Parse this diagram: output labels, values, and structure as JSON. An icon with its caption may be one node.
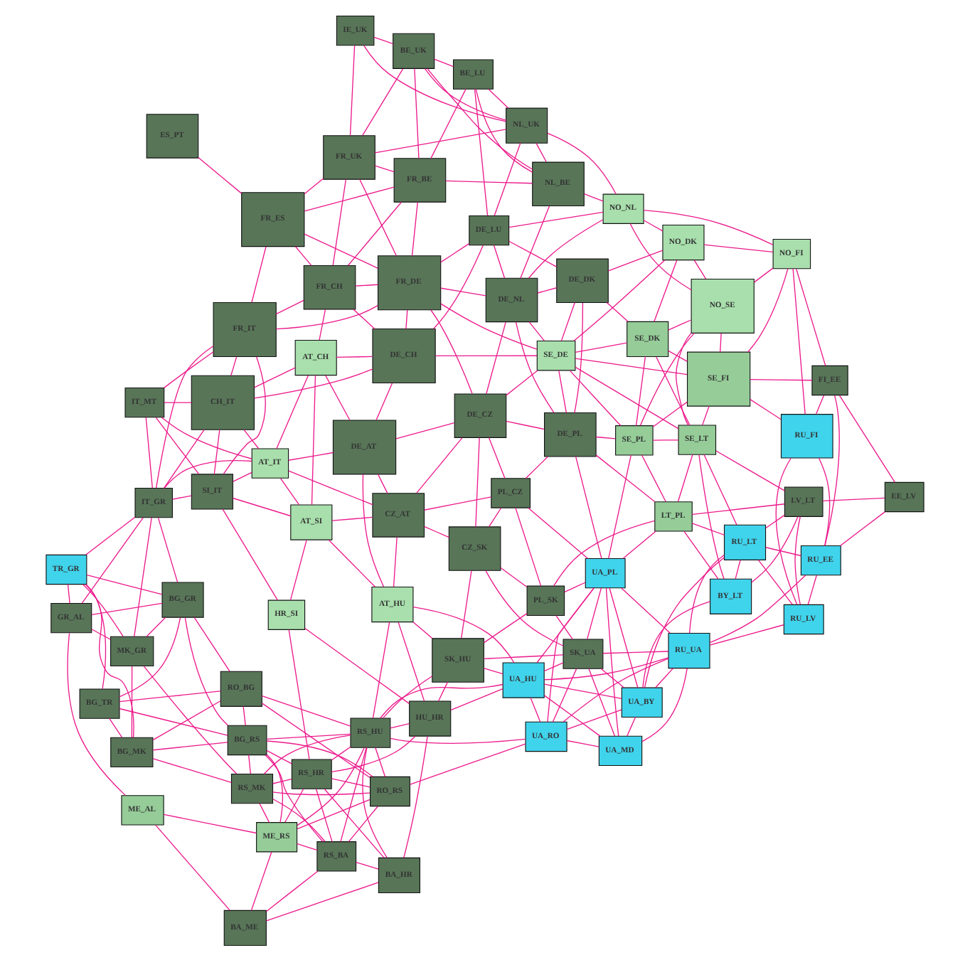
{
  "diagram": {
    "nodes": [
      {
        "text": [
          "BA_ME"
        ]
      },
      {
        "text": [
          "BA_HR"
        ]
      },
      {
        "text": [
          "RS_BA"
        ]
      },
      {
        "text": [
          "UA_MD"
        ]
      },
      {
        "text": [
          "UA_RO"
        ]
      },
      {
        "text": [
          "RO_RS"
        ]
      },
      {
        "text": [
          "ME_RS"
        ]
      },
      {
        "text": [
          "UA_BY"
        ]
      },
      {
        "text": [
          "RS_HR"
        ]
      },
      {
        "text": [
          "ME_AL"
        ]
      },
      {
        "text": [
          "RS_MK"
        ]
      },
      {
        "text": [
          "SK_UA"
        ]
      },
      {
        "text": [
          "HU_HR"
        ]
      },
      {
        "text": [
          "UA_HU"
        ]
      },
      {
        "text": [
          "RS_HU"
        ]
      },
      {
        "text": [
          "RU_UA"
        ]
      },
      {
        "text": [
          "BG_RS"
        ]
      },
      {
        "text": [
          "RO_BG"
        ]
      },
      {
        "text": [
          "BG_MK"
        ]
      },
      {
        "text": [
          "SK_HU"
        ]
      },
      {
        "text": [
          "RU_LV"
        ]
      },
      {
        "text": [
          "BY_LT"
        ]
      },
      {
        "text": [
          "UA_PL"
        ]
      },
      {
        "text": [
          "HR_SI"
        ]
      },
      {
        "text": [
          "RU_LT"
        ]
      },
      {
        "text": [
          "CZ_SK"
        ]
      },
      {
        "text": [
          "BG_TR"
        ]
      },
      {
        "text": [
          "BG_GR"
        ]
      },
      {
        "text": [
          "GR_AL"
        ]
      },
      {
        "text": [
          "RU_EE"
        ]
      },
      {
        "text": [
          "PL_SK"
        ]
      },
      {
        "text": [
          "AT_HU"
        ]
      },
      {
        "text": [
          "MK_GR"
        ]
      },
      {
        "text": [
          "LV_LT"
        ]
      },
      {
        "text": [
          "LT_PL"
        ]
      },
      {
        "text": [
          "EE_LV"
        ]
      },
      {
        "text": [
          "AT_SI"
        ]
      },
      {
        "text": [
          "TR_GR"
        ]
      },
      {
        "text": [
          "PL_CZ"
        ]
      },
      {
        "text": [
          "RU_FI"
        ]
      },
      {
        "text": [
          "CZ_AT"
        ]
      },
      {
        "text": [
          "SI_IT"
        ]
      },
      {
        "text": [
          "IT_GR"
        ]
      },
      {
        "text": [
          "SE_LT"
        ]
      },
      {
        "text": [
          "SE_PL"
        ]
      },
      {
        "text": [
          "DE_PL"
        ]
      },
      {
        "text": [
          "AT_IT"
        ]
      },
      {
        "text": [
          "DE_AT"
        ]
      },
      {
        "text": [
          "FI_EE"
        ]
      },
      {
        "text": [
          "DE_CZ"
        ]
      },
      {
        "text": [
          "AT_CH"
        ]
      },
      {
        "text": [
          "SE_FI"
        ]
      },
      {
        "text": [
          "CH_IT"
        ]
      },
      {
        "text": [
          "IT_MT"
        ]
      },
      {
        "text": [
          "DE_CH"
        ]
      },
      {
        "text": [
          "SE_DE"
        ]
      },
      {
        "text": [
          "SE_DK"
        ]
      },
      {
        "text": [
          "FR_IT"
        ]
      },
      {
        "text": [
          "NO_FI"
        ]
      },
      {
        "text": [
          "DE_DK"
        ]
      },
      {
        "text": [
          "DE_NL"
        ]
      },
      {
        "text": [
          "FR_DE"
        ]
      },
      {
        "text": [
          "FR_CH"
        ]
      },
      {
        "text": [
          "ES_PT"
        ]
      },
      {
        "text": [
          "NO_SE"
        ]
      },
      {
        "text": [
          "DE_LU"
        ]
      },
      {
        "text": [
          "FR_ES"
        ]
      },
      {
        "text": [
          "NO_DK"
        ]
      },
      {
        "text": [
          "FR_UK"
        ]
      },
      {
        "text": [
          "NO_NL"
        ]
      },
      {
        "text": [
          "NL_BE"
        ]
      },
      {
        "text": [
          "FR_BE"
        ]
      },
      {
        "text": [
          "NL_UK"
        ]
      },
      {
        "text": [
          "BE_UK"
        ]
      },
      {
        "text": [
          "BE_LU"
        ]
      },
      {
        "text": [
          "IE_UK"
        ]
      }
    ],
    "edges": [
      {
        "from": 1,
        "to": 2,
        "arrow": "none"
      },
      {
        "from": 1,
        "to": 0,
        "arrow": "none"
      },
      {
        "from": 2,
        "to": 0,
        "arrow": "none"
      },
      {
        "from": 2,
        "to": 6,
        "arrow": "none"
      },
      {
        "from": 2,
        "to": 5,
        "arrow": "none"
      },
      {
        "from": 2,
        "to": 8,
        "arrow": "none"
      },
      {
        "from": 2,
        "to": 10,
        "arrow": "none"
      },
      {
        "from": 2,
        "to": 16,
        "arrow": "none"
      },
      {
        "from": 2,
        "to": 14,
        "arrow": "none"
      },
      {
        "from": 0,
        "to": 6,
        "arrow": "none"
      },
      {
        "from": 0,
        "to": 9,
        "arrow": "none"
      },
      {
        "from": 1,
        "to": 12,
        "arrow": "none"
      },
      {
        "from": 1,
        "to": 14,
        "arrow": "none"
      },
      {
        "from": 1,
        "to": 8,
        "arrow": "none"
      },
      {
        "from": 4,
        "to": 5,
        "arrow": "none"
      },
      {
        "from": 4,
        "to": 3,
        "arrow": "none"
      },
      {
        "from": 4,
        "to": 7,
        "arrow": "none"
      },
      {
        "from": 4,
        "to": 13,
        "arrow": "none"
      },
      {
        "from": 4,
        "to": 11,
        "arrow": "none"
      },
      {
        "from": 4,
        "to": 15,
        "arrow": "none"
      },
      {
        "from": 4,
        "to": 14,
        "arrow": "none"
      },
      {
        "from": 4,
        "to": 22,
        "arrow": "none"
      },
      {
        "from": 5,
        "to": 8,
        "arrow": "none"
      },
      {
        "from": 5,
        "to": 14,
        "arrow": "none"
      },
      {
        "from": 5,
        "to": 6,
        "arrow": "none"
      },
      {
        "from": 5,
        "to": 17,
        "arrow": "none"
      },
      {
        "from": 5,
        "to": 16,
        "arrow": "none"
      },
      {
        "from": 5,
        "to": 10,
        "arrow": "none"
      },
      {
        "from": 6,
        "to": 8,
        "arrow": "none"
      },
      {
        "from": 6,
        "to": 10,
        "arrow": "none"
      },
      {
        "from": 6,
        "to": 16,
        "arrow": "none"
      },
      {
        "from": 6,
        "to": 9,
        "arrow": "none"
      },
      {
        "from": 6,
        "to": 14,
        "arrow": "none"
      },
      {
        "from": 8,
        "to": 23,
        "arrow": "none"
      },
      {
        "from": 8,
        "to": 14,
        "arrow": "none"
      },
      {
        "from": 8,
        "to": 16,
        "arrow": "none"
      },
      {
        "from": 8,
        "to": 10,
        "arrow": "none"
      },
      {
        "from": 8,
        "to": 12,
        "arrow": "none"
      },
      {
        "from": 10,
        "to": 16,
        "arrow": "none"
      },
      {
        "from": 10,
        "to": 18,
        "arrow": "none"
      },
      {
        "from": 10,
        "to": 32,
        "arrow": "none"
      },
      {
        "from": 10,
        "to": 14,
        "arrow": "none"
      },
      {
        "from": 16,
        "to": 17,
        "arrow": "none"
      },
      {
        "from": 16,
        "to": 18,
        "arrow": "none"
      },
      {
        "from": 16,
        "to": 26,
        "arrow": "none"
      },
      {
        "from": 16,
        "to": 27,
        "arrow": "none"
      },
      {
        "from": 16,
        "to": 14,
        "arrow": "none"
      },
      {
        "from": 17,
        "to": 18,
        "arrow": "none"
      },
      {
        "from": 17,
        "to": 27,
        "arrow": "none"
      },
      {
        "from": 17,
        "to": 26,
        "arrow": "none"
      },
      {
        "from": 17,
        "to": 14,
        "arrow": "none"
      },
      {
        "from": 18,
        "to": 26,
        "arrow": "none"
      },
      {
        "from": 18,
        "to": 32,
        "arrow": "none"
      },
      {
        "from": 18,
        "to": 37,
        "arrow": "none"
      },
      {
        "from": 27,
        "to": 26,
        "arrow": "none"
      },
      {
        "from": 27,
        "to": 28,
        "arrow": "none"
      },
      {
        "from": 27,
        "to": 32,
        "arrow": "none"
      },
      {
        "from": 27,
        "to": 42,
        "arrow": "none"
      },
      {
        "from": 27,
        "to": 37,
        "arrow": "none"
      },
      {
        "from": 26,
        "to": 37,
        "arrow": "none"
      },
      {
        "from": 9,
        "to": 28,
        "arrow": "none"
      },
      {
        "from": 28,
        "to": 32,
        "arrow": "none"
      },
      {
        "from": 28,
        "to": 37,
        "arrow": "none"
      },
      {
        "from": 28,
        "to": 42,
        "arrow": "none"
      },
      {
        "from": 32,
        "to": 42,
        "arrow": "none"
      },
      {
        "from": 32,
        "to": 37,
        "arrow": "none"
      },
      {
        "from": 37,
        "to": 42,
        "arrow": "none"
      },
      {
        "from": 42,
        "to": 53,
        "arrow": "none"
      },
      {
        "from": 42,
        "to": 41,
        "arrow": "none"
      },
      {
        "from": 42,
        "to": 46,
        "arrow": "none"
      },
      {
        "from": 42,
        "to": 52,
        "arrow": "none"
      },
      {
        "from": 42,
        "to": 57,
        "arrow": "none"
      },
      {
        "from": 3,
        "to": 7,
        "arrow": "none"
      },
      {
        "from": 3,
        "to": 15,
        "arrow": "none"
      },
      {
        "from": 3,
        "to": 22,
        "arrow": "none"
      },
      {
        "from": 3,
        "to": 13,
        "arrow": "none"
      },
      {
        "from": 3,
        "to": 11,
        "arrow": "none"
      },
      {
        "from": 7,
        "to": 15,
        "arrow": "none"
      },
      {
        "from": 7,
        "to": 22,
        "arrow": "none"
      },
      {
        "from": 7,
        "to": 11,
        "arrow": "none"
      },
      {
        "from": 7,
        "to": 13,
        "arrow": "none"
      },
      {
        "from": 7,
        "to": 21,
        "arrow": "none"
      },
      {
        "from": 7,
        "to": 24,
        "arrow": "none"
      },
      {
        "from": 15,
        "to": 11,
        "arrow": "none"
      },
      {
        "from": 15,
        "to": 13,
        "arrow": "none"
      },
      {
        "from": 15,
        "to": 20,
        "arrow": "none"
      },
      {
        "from": 15,
        "to": 29,
        "arrow": "none"
      },
      {
        "from": 15,
        "to": 24,
        "arrow": "none"
      },
      {
        "from": 15,
        "to": 22,
        "arrow": "none"
      },
      {
        "from": 11,
        "to": 13,
        "arrow": "none"
      },
      {
        "from": 11,
        "to": 22,
        "arrow": "none"
      },
      {
        "from": 11,
        "to": 19,
        "arrow": "none"
      },
      {
        "from": 11,
        "to": 30,
        "arrow": "none"
      },
      {
        "from": 11,
        "to": 25,
        "arrow": "none"
      },
      {
        "from": 13,
        "to": 12,
        "arrow": "none"
      },
      {
        "from": 13,
        "to": 14,
        "arrow": "none"
      },
      {
        "from": 13,
        "to": 19,
        "arrow": "none"
      },
      {
        "from": 13,
        "to": 31,
        "arrow": "none"
      },
      {
        "from": 13,
        "to": 22,
        "arrow": "none"
      },
      {
        "from": 12,
        "to": 14,
        "arrow": "none"
      },
      {
        "from": 12,
        "to": 19,
        "arrow": "none"
      },
      {
        "from": 12,
        "to": 31,
        "arrow": "none"
      },
      {
        "from": 12,
        "to": 23,
        "arrow": "none"
      },
      {
        "from": 14,
        "to": 19,
        "arrow": "none"
      },
      {
        "from": 14,
        "to": 31,
        "arrow": "none"
      },
      {
        "from": 19,
        "to": 25,
        "arrow": "none"
      },
      {
        "from": 19,
        "to": 31,
        "arrow": "none"
      },
      {
        "from": 19,
        "to": 30,
        "arrow": "none"
      },
      {
        "from": 20,
        "to": 29,
        "arrow": "none"
      },
      {
        "from": 20,
        "to": 24,
        "arrow": "none"
      },
      {
        "from": 20,
        "to": 33,
        "arrow": "none"
      },
      {
        "from": 20,
        "to": 39,
        "arrow": "none"
      },
      {
        "from": 21,
        "to": 24,
        "arrow": "none"
      },
      {
        "from": 21,
        "to": 34,
        "arrow": "none"
      },
      {
        "from": 21,
        "to": 33,
        "arrow": "none"
      },
      {
        "from": 21,
        "to": 43,
        "arrow": "none"
      },
      {
        "from": 22,
        "to": 30,
        "arrow": "none"
      },
      {
        "from": 22,
        "to": 38,
        "arrow": "none"
      },
      {
        "from": 22,
        "to": 34,
        "arrow": "none"
      },
      {
        "from": 22,
        "to": 45,
        "arrow": "none"
      },
      {
        "from": 22,
        "to": 44,
        "arrow": "none"
      },
      {
        "from": 24,
        "to": 29,
        "arrow": "none"
      },
      {
        "from": 24,
        "to": 33,
        "arrow": "none"
      },
      {
        "from": 24,
        "to": 34,
        "arrow": "none"
      },
      {
        "from": 24,
        "to": 43,
        "arrow": "none"
      },
      {
        "from": 29,
        "to": 35,
        "arrow": "none"
      },
      {
        "from": 29,
        "to": 48,
        "arrow": "none"
      },
      {
        "from": 29,
        "to": 39,
        "arrow": "none"
      },
      {
        "from": 33,
        "to": 35,
        "arrow": "none"
      },
      {
        "from": 33,
        "to": 34,
        "arrow": "none"
      },
      {
        "from": 33,
        "to": 43,
        "arrow": "none"
      },
      {
        "from": 35,
        "to": 48,
        "arrow": "none"
      },
      {
        "from": 34,
        "to": 30,
        "arrow": "none"
      },
      {
        "from": 34,
        "to": 43,
        "arrow": "none"
      },
      {
        "from": 34,
        "to": 44,
        "arrow": "none"
      },
      {
        "from": 34,
        "to": 45,
        "arrow": "none"
      },
      {
        "from": 30,
        "to": 25,
        "arrow": "none"
      },
      {
        "from": 30,
        "to": 38,
        "arrow": "none"
      },
      {
        "from": 25,
        "to": 38,
        "arrow": "none"
      },
      {
        "from": 25,
        "to": 40,
        "arrow": "none"
      },
      {
        "from": 25,
        "to": 49,
        "arrow": "none"
      },
      {
        "from": 31,
        "to": 40,
        "arrow": "none"
      },
      {
        "from": 31,
        "to": 36,
        "arrow": "none"
      },
      {
        "from": 31,
        "to": 47,
        "arrow": "none"
      },
      {
        "from": 23,
        "to": 36,
        "arrow": "none"
      },
      {
        "from": 23,
        "to": 41,
        "arrow": "none"
      },
      {
        "from": 36,
        "to": 40,
        "arrow": "none"
      },
      {
        "from": 36,
        "to": 46,
        "arrow": "none"
      },
      {
        "from": 36,
        "to": 41,
        "arrow": "none"
      },
      {
        "from": 36,
        "to": 50,
        "arrow": "none"
      },
      {
        "from": 38,
        "to": 40,
        "arrow": "none"
      },
      {
        "from": 38,
        "to": 45,
        "arrow": "none"
      },
      {
        "from": 38,
        "to": 49,
        "arrow": "none"
      },
      {
        "from": 39,
        "to": 48,
        "arrow": "none"
      },
      {
        "from": 39,
        "to": 51,
        "arrow": "none"
      },
      {
        "from": 39,
        "to": 58,
        "arrow": "none"
      },
      {
        "from": 40,
        "to": 47,
        "arrow": "none"
      },
      {
        "from": 40,
        "to": 49,
        "arrow": "none"
      },
      {
        "from": 40,
        "to": 46,
        "arrow": "none"
      },
      {
        "from": 41,
        "to": 46,
        "arrow": "none"
      },
      {
        "from": 41,
        "to": 52,
        "arrow": "none"
      },
      {
        "from": 41,
        "to": 57,
        "arrow": "none"
      },
      {
        "from": 41,
        "to": 53,
        "arrow": "none"
      },
      {
        "from": 43,
        "to": 44,
        "arrow": "none"
      },
      {
        "from": 43,
        "to": 51,
        "arrow": "none"
      },
      {
        "from": 43,
        "to": 56,
        "arrow": "none"
      },
      {
        "from": 43,
        "to": 55,
        "arrow": "none"
      },
      {
        "from": 43,
        "to": 64,
        "arrow": "none"
      },
      {
        "from": 44,
        "to": 45,
        "arrow": "none"
      },
      {
        "from": 44,
        "to": 56,
        "arrow": "none"
      },
      {
        "from": 44,
        "to": 55,
        "arrow": "none"
      },
      {
        "from": 44,
        "to": 51,
        "arrow": "none"
      },
      {
        "from": 44,
        "to": 64,
        "arrow": "none"
      },
      {
        "from": 45,
        "to": 49,
        "arrow": "none"
      },
      {
        "from": 45,
        "to": 55,
        "arrow": "none"
      },
      {
        "from": 45,
        "to": 59,
        "arrow": "none"
      },
      {
        "from": 45,
        "to": 60,
        "arrow": "none"
      },
      {
        "from": 46,
        "to": 47,
        "arrow": "none"
      },
      {
        "from": 46,
        "to": 50,
        "arrow": "none"
      },
      {
        "from": 46,
        "to": 52,
        "arrow": "none"
      },
      {
        "from": 46,
        "to": 53,
        "arrow": "none"
      },
      {
        "from": 47,
        "to": 49,
        "arrow": "none"
      },
      {
        "from": 47,
        "to": 54,
        "arrow": "none"
      },
      {
        "from": 47,
        "to": 50,
        "arrow": "none"
      },
      {
        "from": 48,
        "to": 51,
        "arrow": "none"
      },
      {
        "from": 48,
        "to": 58,
        "arrow": "none"
      },
      {
        "from": 49,
        "to": 55,
        "arrow": "none"
      },
      {
        "from": 49,
        "to": 60,
        "arrow": "none"
      },
      {
        "from": 49,
        "to": 61,
        "arrow": "none"
      },
      {
        "from": 50,
        "to": 52,
        "arrow": "none"
      },
      {
        "from": 50,
        "to": 62,
        "arrow": "none"
      },
      {
        "from": 50,
        "to": 54,
        "arrow": "none"
      },
      {
        "from": 51,
        "to": 56,
        "arrow": "none"
      },
      {
        "from": 51,
        "to": 58,
        "arrow": "none"
      },
      {
        "from": 51,
        "to": 55,
        "arrow": "none"
      },
      {
        "from": 51,
        "to": 64,
        "arrow": "none"
      },
      {
        "from": 52,
        "to": 57,
        "arrow": "none"
      },
      {
        "from": 52,
        "to": 53,
        "arrow": "none"
      },
      {
        "from": 52,
        "to": 54,
        "arrow": "none"
      },
      {
        "from": 53,
        "to": 57,
        "arrow": "none"
      },
      {
        "from": 54,
        "to": 61,
        "arrow": "none"
      },
      {
        "from": 54,
        "to": 55,
        "arrow": "none"
      },
      {
        "from": 54,
        "to": 65,
        "arrow": "none"
      },
      {
        "from": 54,
        "to": 62,
        "arrow": "none"
      },
      {
        "from": 55,
        "to": 56,
        "arrow": "none"
      },
      {
        "from": 55,
        "to": 59,
        "arrow": "none"
      },
      {
        "from": 55,
        "to": 60,
        "arrow": "none"
      },
      {
        "from": 55,
        "to": 61,
        "arrow": "none"
      },
      {
        "from": 55,
        "to": 67,
        "arrow": "none"
      },
      {
        "from": 56,
        "to": 64,
        "arrow": "none"
      },
      {
        "from": 56,
        "to": 59,
        "arrow": "none"
      },
      {
        "from": 56,
        "to": 67,
        "arrow": "none"
      },
      {
        "from": 57,
        "to": 62,
        "arrow": "none"
      },
      {
        "from": 57,
        "to": 66,
        "arrow": "none"
      },
      {
        "from": 57,
        "to": 61,
        "arrow": "none"
      },
      {
        "from": 58,
        "to": 64,
        "arrow": "none"
      },
      {
        "from": 58,
        "to": 67,
        "arrow": "none"
      },
      {
        "from": 58,
        "to": 69,
        "arrow": "none"
      },
      {
        "from": 59,
        "to": 60,
        "arrow": "none"
      },
      {
        "from": 59,
        "to": 65,
        "arrow": "none"
      },
      {
        "from": 59,
        "to": 67,
        "arrow": "none"
      },
      {
        "from": 60,
        "to": 61,
        "arrow": "none"
      },
      {
        "from": 60,
        "to": 65,
        "arrow": "none"
      },
      {
        "from": 60,
        "to": 70,
        "arrow": "none"
      },
      {
        "from": 60,
        "to": 69,
        "arrow": "none"
      },
      {
        "from": 61,
        "to": 62,
        "arrow": "none"
      },
      {
        "from": 61,
        "to": 66,
        "arrow": "none"
      },
      {
        "from": 61,
        "to": 68,
        "arrow": "none"
      },
      {
        "from": 61,
        "to": 65,
        "arrow": "none"
      },
      {
        "from": 61,
        "to": 71,
        "arrow": "none"
      },
      {
        "from": 62,
        "to": 66,
        "arrow": "none"
      },
      {
        "from": 62,
        "to": 68,
        "arrow": "none"
      },
      {
        "from": 62,
        "to": 71,
        "arrow": "none"
      },
      {
        "from": 63,
        "to": 66,
        "arrow": "none"
      },
      {
        "from": 64,
        "to": 67,
        "arrow": "none"
      },
      {
        "from": 64,
        "to": 69,
        "arrow": "none"
      },
      {
        "from": 65,
        "to": 69,
        "arrow": "none"
      },
      {
        "from": 65,
        "to": 72,
        "arrow": "none"
      },
      {
        "from": 65,
        "to": 74,
        "arrow": "none"
      },
      {
        "from": 66,
        "to": 68,
        "arrow": "none"
      },
      {
        "from": 66,
        "to": 71,
        "arrow": "none"
      },
      {
        "from": 67,
        "to": 69,
        "arrow": "none"
      },
      {
        "from": 68,
        "to": 71,
        "arrow": "none"
      },
      {
        "from": 68,
        "to": 73,
        "arrow": "none"
      },
      {
        "from": 68,
        "to": 72,
        "arrow": "none"
      },
      {
        "from": 68,
        "to": 75,
        "arrow": "none"
      },
      {
        "from": 69,
        "to": 70,
        "arrow": "none"
      },
      {
        "from": 69,
        "to": 72,
        "arrow": "none"
      },
      {
        "from": 70,
        "to": 72,
        "arrow": "none"
      },
      {
        "from": 70,
        "to": 73,
        "arrow": "none"
      },
      {
        "from": 70,
        "to": 74,
        "arrow": "none"
      },
      {
        "from": 70,
        "to": 71,
        "arrow": "none"
      },
      {
        "from": 71,
        "to": 73,
        "arrow": "none"
      },
      {
        "from": 71,
        "to": 74,
        "arrow": "none"
      },
      {
        "from": 72,
        "to": 73,
        "arrow": "none"
      },
      {
        "from": 72,
        "to": 74,
        "arrow": "none"
      },
      {
        "from": 72,
        "to": 75,
        "arrow": "none"
      },
      {
        "from": 73,
        "to": 74,
        "arrow": "none"
      },
      {
        "from": 73,
        "to": 75,
        "arrow": "none"
      }
    ]
  }
}
